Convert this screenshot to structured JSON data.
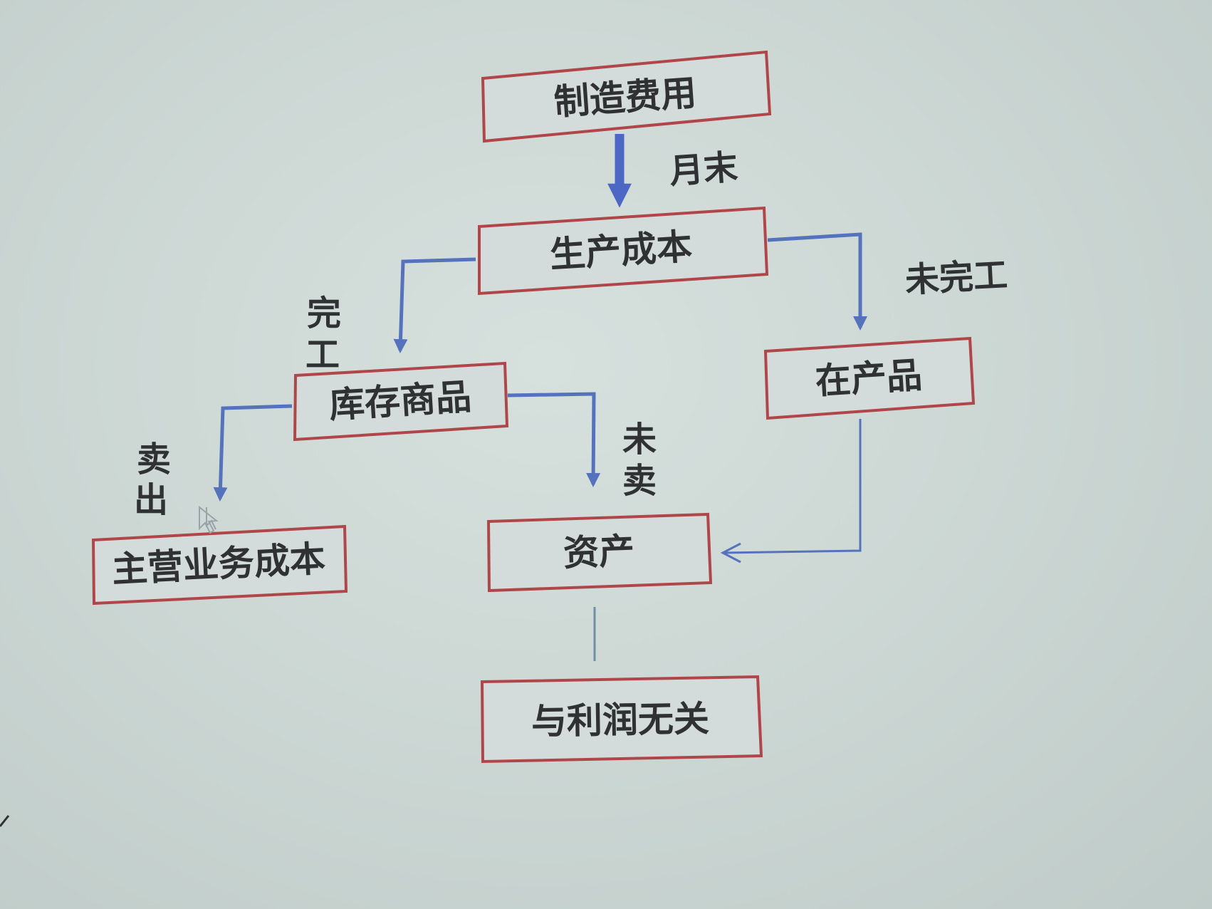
{
  "nodes": {
    "manufacturing_overhead": "制造费用",
    "production_cost": "生产成本",
    "inventory_goods": "库存商品",
    "work_in_process": "在产品",
    "main_business_cost": "主营业务成本",
    "assets": "资产",
    "unrelated_to_profit": "与利润无关"
  },
  "edges": {
    "month_end": "月末",
    "completed_1": "完",
    "completed_2": "工",
    "not_completed": "未完工",
    "sold_1": "卖",
    "sold_2": "出",
    "unsold_1": "未",
    "unsold_2": "卖"
  },
  "colors": {
    "box_border": "#b0464a",
    "arrow": "#5572bd",
    "text": "#2f3133"
  }
}
